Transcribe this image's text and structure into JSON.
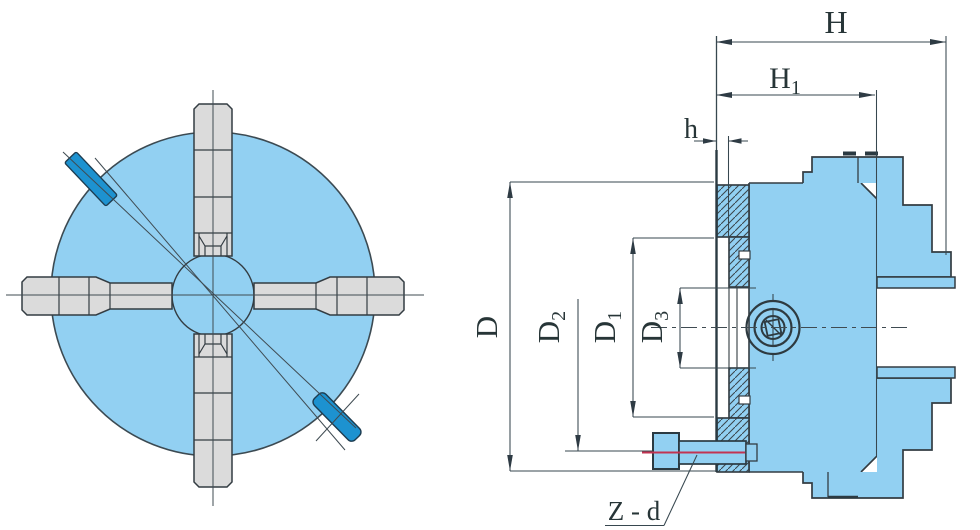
{
  "drawing": {
    "type": "four-jaw independent chuck engineering drawing",
    "views": {
      "front": "chuck front view with four jaws, center bore and two wrench sockets",
      "side": "chuck cross-section side view with back flange, jaws and mounting bolt"
    }
  },
  "dims": {
    "H": {
      "base": "H"
    },
    "H1": {
      "base": "H",
      "sub": "1"
    },
    "h": {
      "base": "h"
    },
    "D": {
      "base": "D"
    },
    "D1": {
      "base": "D",
      "sub": "1"
    },
    "D2": {
      "base": "D",
      "sub": "2"
    },
    "D3": {
      "base": "D",
      "sub": "3"
    },
    "Zd": {
      "base": "Z - d"
    }
  },
  "colors": {
    "body_blue": "#92d0f2",
    "socket_blue": "#1d92d0",
    "jaw_gray": "#dbdbdb",
    "outline_dark": "#333c42",
    "dimension_line": "#37474f",
    "bolt_centerline_red": "#c23352",
    "background": "#ffffff"
  }
}
